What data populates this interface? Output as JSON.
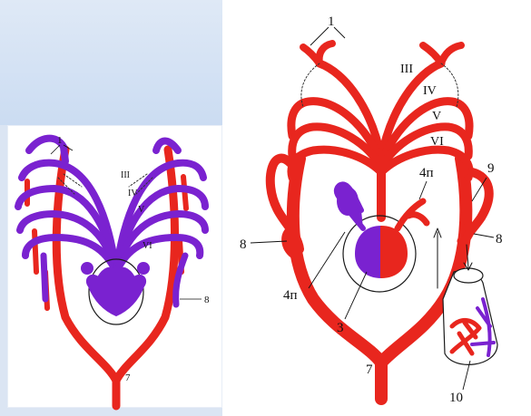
{
  "colors": {
    "arterial": "#e8261e",
    "venous": "#7a22d0",
    "outline": "#1a1a1a",
    "tint": "#dbe5f3"
  },
  "left_diagram": {
    "labels": {
      "vessel_1": "1",
      "arch_3": "III",
      "arch_4": "IV",
      "arch_5": "V",
      "arch_6": "VI",
      "vessel_7": "7",
      "vessel_8": "8"
    }
  },
  "right_diagram": {
    "labels": {
      "vessel_1": "1",
      "arch_3": "III",
      "arch_4": "IV",
      "arch_5": "V",
      "arch_6": "VI",
      "vessel_9": "9",
      "vessel_4p_upper": "4п",
      "vessel_8_left": "8",
      "vessel_8_right": "8",
      "vessel_4p_lower": "4п",
      "vessel_3": "3",
      "vessel_7": "7",
      "vessel_10": "10"
    }
  }
}
